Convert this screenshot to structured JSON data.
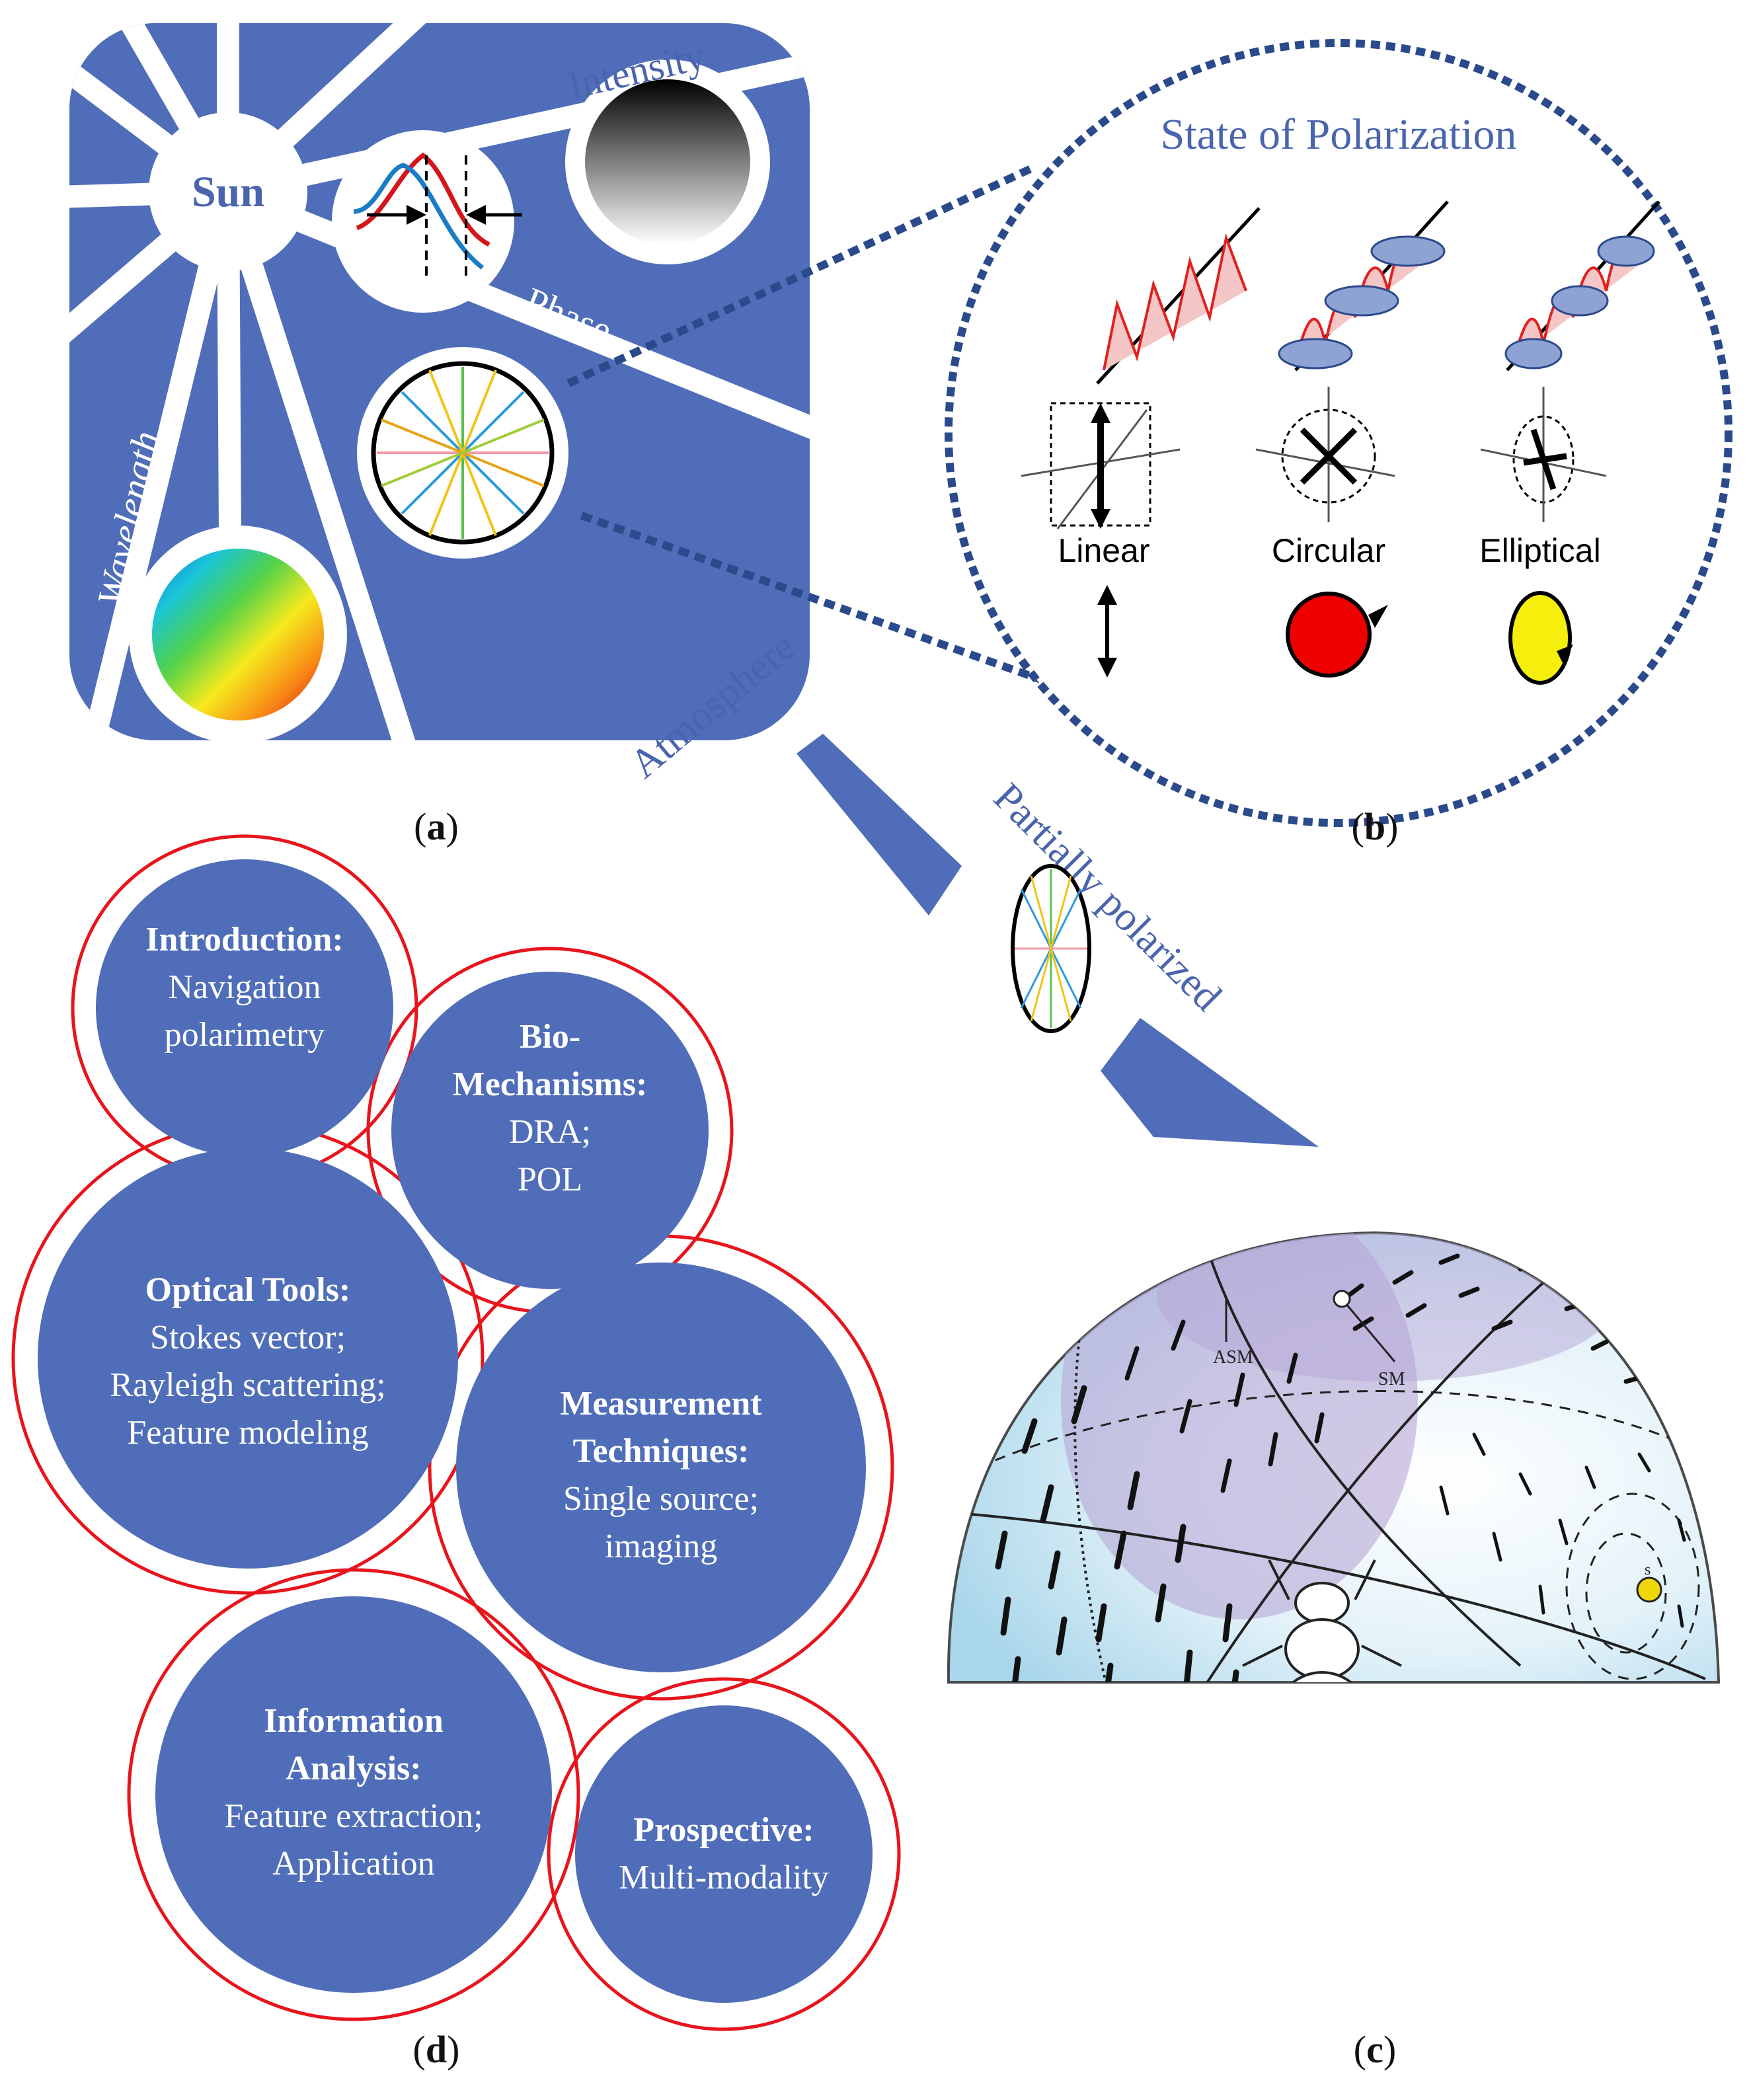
{
  "panel_a": {
    "sun_label": "Sun",
    "intensity_label": "Intensity",
    "phase_label": "Phase",
    "wavelength_label": "Wavelength",
    "caption_open": "(",
    "caption_letter": "a",
    "caption_close": ")"
  },
  "panel_b": {
    "title": "State of Polarization",
    "linear_label": "Linear",
    "circular_label": "Circular",
    "elliptical_label": "Elliptical",
    "caption_letter": "b"
  },
  "connector": {
    "atmosphere_label": "Atmosphere",
    "partially_polarized_label": "Partially polarized"
  },
  "panel_c": {
    "asm_label": "ASM",
    "sm_label": "SM",
    "sun_label": "s",
    "caption_letter": "c"
  },
  "panel_d": {
    "caption_letter": "d",
    "bubbles": [
      {
        "title": "Introduction:",
        "lines": [
          "Navigation",
          "polarimetry"
        ]
      },
      {
        "title": "Bio-",
        "title2": "Mechanisms:",
        "lines": [
          "DRA;",
          "POL"
        ]
      },
      {
        "title": "Optical Tools:",
        "lines": [
          "Stokes vector;",
          "Rayleigh scattering;",
          "Feature modeling"
        ]
      },
      {
        "title": "Measurement",
        "title2": "Techniques:",
        "lines": [
          "Single source;",
          "imaging"
        ]
      },
      {
        "title": "Information",
        "title2": "Analysis:",
        "lines": [
          "Feature extraction;",
          "Application"
        ]
      },
      {
        "title": "Prospective:",
        "lines": [
          "Multi-modality"
        ]
      }
    ]
  },
  "colors": {
    "panel_blue": "#4f6db8",
    "dotted_navy": "#2b4a8b",
    "bubble_ring": "#e8141c",
    "dome_sky": "#c9e6f3",
    "dome_purple": "#b5a6d6"
  }
}
